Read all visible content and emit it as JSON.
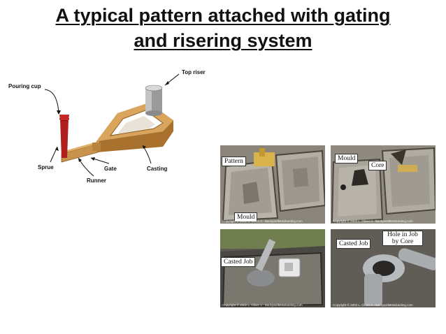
{
  "title": {
    "line1": "A typical pattern attached with gating",
    "line2": "and risering system"
  },
  "diagram": {
    "labels": {
      "top_riser": "Top riser",
      "pouring_cup": "Pouring cup",
      "sprue": "Sprue",
      "gate": "Gate",
      "runner": "Runner",
      "casting": "Casting"
    },
    "colors": {
      "casting": "#c8934a",
      "riser": "#9a9a9a",
      "sprue": "#b01e1e"
    }
  },
  "photos": {
    "p1": {
      "tags": [
        "Pattern",
        "Mould"
      ],
      "copyright": "Copyright © 2002 L. Oliver II - BackyardMetalcasting.com"
    },
    "p2": {
      "tags": [
        "Mould",
        "Core"
      ],
      "copyright": "Copyright © 2002 L. Oliver II - BackyardMetalcasting.com"
    },
    "p3": {
      "tags": [
        "Casted Job"
      ],
      "copyright": "Copyright © 2002 L. Oliver II - BackyardMetalcasting.com"
    },
    "p4": {
      "tags": [
        "Casted Job",
        "Hole in Job by Core"
      ],
      "copyright": "Copyright © 2002 L. Oliver II - BackyardMetalcasting.com"
    }
  }
}
